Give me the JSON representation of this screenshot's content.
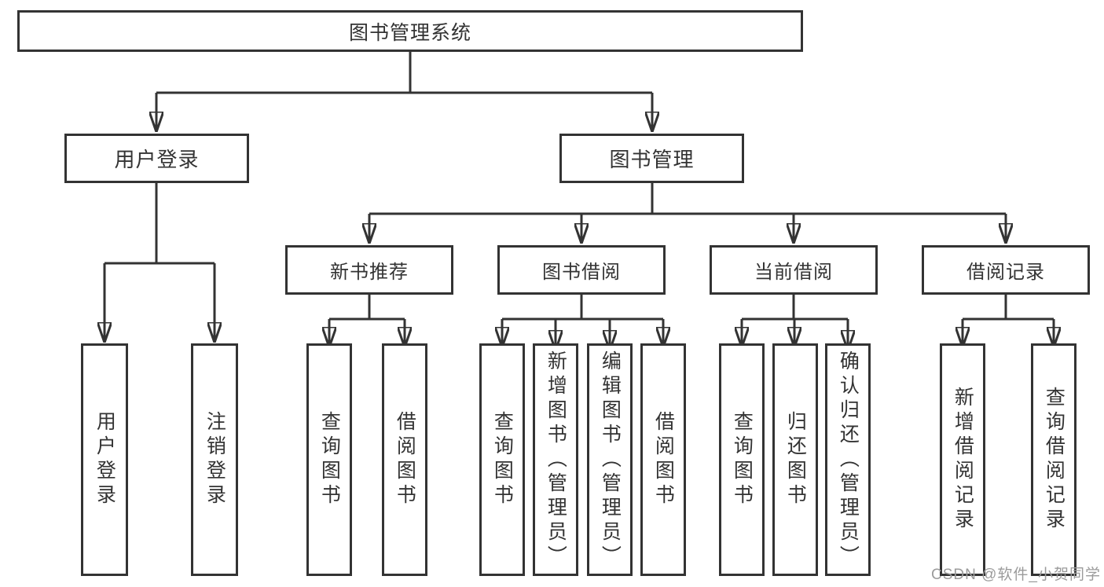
{
  "diagram": {
    "root": {
      "label": "图书管理系统"
    },
    "level2": [
      {
        "label": "用户登录"
      },
      {
        "label": "图书管理"
      }
    ],
    "level3": [
      {
        "label": "新书推荐"
      },
      {
        "label": "图书借阅"
      },
      {
        "label": "当前借阅"
      },
      {
        "label": "借阅记录"
      }
    ],
    "leaves": {
      "user_login": [
        {
          "label": "用户登录"
        },
        {
          "label": "注销登录"
        }
      ],
      "new_book": [
        {
          "label": "查询图书"
        },
        {
          "label": "借阅图书"
        }
      ],
      "book_borrow": [
        {
          "label": "查询图书"
        },
        {
          "label": "新增图书（管理员）"
        },
        {
          "label": "编辑图书（管理员）"
        },
        {
          "label": "借阅图书"
        }
      ],
      "current_borrow": [
        {
          "label": "查询图书"
        },
        {
          "label": "归还图书"
        },
        {
          "label": "确认归还（管理员）"
        }
      ],
      "borrow_records": [
        {
          "label": "新增借阅记录"
        },
        {
          "label": "查询借阅记录"
        }
      ]
    }
  },
  "watermark": {
    "text": "CSDN @软件_小贺同学"
  },
  "colors": {
    "line": "#333333",
    "text": "#333333",
    "watermark": "#9b9b9b",
    "background": "#ffffff"
  }
}
